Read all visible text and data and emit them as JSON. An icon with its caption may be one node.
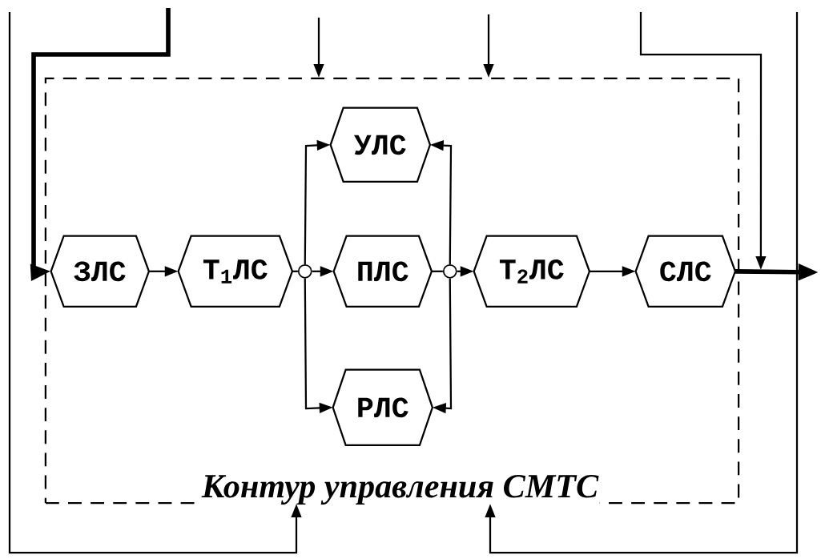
{
  "diagram": {
    "nodes": [
      {
        "text": [
          "Контур управления СМТС"
        ]
      },
      {
        "text": [
          "ЗЛС"
        ],
        "in": 0
      },
      {
        "text": [
          "Т$_{1}$ЛС"
        ],
        "in": 0
      },
      {
        "text": [],
        "shape": "circle",
        "in": 0
      },
      {
        "text": [
          "УЛС"
        ],
        "in": 0
      },
      {
        "text": [
          "ПЛС"
        ],
        "in": 0
      },
      {
        "text": [
          "РЛС"
        ],
        "in": 0
      },
      {
        "text": [],
        "shape": "circle",
        "in": 0
      },
      {
        "text": [
          "Т$_{2}$ЛС"
        ],
        "in": 0
      },
      {
        "text": [
          "СЛС"
        ],
        "in": 0
      }
    ],
    "edges": [
      {
        "from": null,
        "to": 1,
        "arrow": "to",
        "style": "thick"
      },
      {
        "from": 1,
        "to": 2,
        "arrow": "to"
      },
      {
        "from": 2,
        "to": 3,
        "arrow": "none"
      },
      {
        "from": 3,
        "to": 4,
        "arrow": "to"
      },
      {
        "from": 3,
        "to": 5,
        "arrow": "to"
      },
      {
        "from": 3,
        "to": 6,
        "arrow": "to"
      },
      {
        "from": 5,
        "to": 7,
        "arrow": "none"
      },
      {
        "from": 7,
        "to": 4,
        "arrow": "to"
      },
      {
        "from": 7,
        "to": 6,
        "arrow": "to"
      },
      {
        "from": 7,
        "to": 8,
        "arrow": "to"
      },
      {
        "from": 8,
        "to": 9,
        "arrow": "to"
      },
      {
        "from": 9,
        "to": null,
        "arrow": "to",
        "style": "thick"
      },
      {
        "from": null,
        "to": 0,
        "arrow": "to"
      },
      {
        "from": null,
        "to": 0,
        "arrow": "to"
      },
      {
        "from": null,
        "to": 9,
        "arrow": "to"
      },
      {
        "from": null,
        "to": 0,
        "arrow": "to"
      },
      {
        "from": null,
        "to": 0,
        "arrow": "to"
      }
    ]
  }
}
